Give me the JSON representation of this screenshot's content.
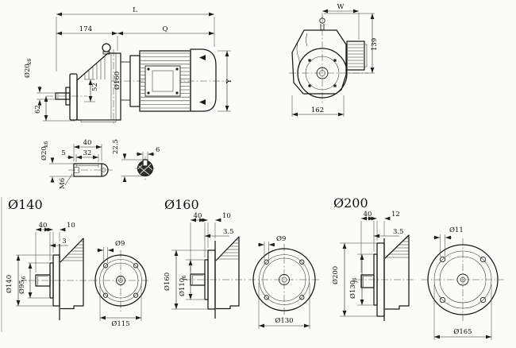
{
  "accent_line_color": "#181818",
  "views": {
    "side": {
      "L": "L",
      "d174": "174",
      "Q": "Q",
      "shaft_dia": "Ø20",
      "shaft_fit": "k6",
      "d62": "62",
      "d52": "52",
      "housing_dia": "Ø160",
      "Y": "Y"
    },
    "end": {
      "W": "W",
      "d139": "139",
      "d162": "162"
    },
    "shaft_detail": {
      "dia": "Ø20",
      "fit": "k6",
      "d40": "40",
      "d32": "32",
      "d5": "5",
      "thread": "M6"
    },
    "key_section": {
      "d22_5": "22.5",
      "d6": "6"
    },
    "flanges": [
      {
        "title": "Ø140",
        "d40": "40",
        "d10": "10",
        "d3": "3",
        "outer": "Ø140",
        "spigot": "Ø95",
        "fit": "j6",
        "hole": "Ø9",
        "bolt_circle": "Ø115"
      },
      {
        "title": "Ø160",
        "d40": "40",
        "d10": "10",
        "d3": "3.5",
        "outer": "Ø160",
        "spigot": "Ø110",
        "fit": "j6",
        "hole": "Ø9",
        "bolt_circle": "Ø130"
      },
      {
        "title": "Ø200",
        "d40": "40",
        "d10": "12",
        "d3": "3.5",
        "outer": "Ø200",
        "spigot": "Ø130",
        "fit": "j6",
        "hole": "Ø11",
        "bolt_circle": "Ø165"
      }
    ]
  }
}
